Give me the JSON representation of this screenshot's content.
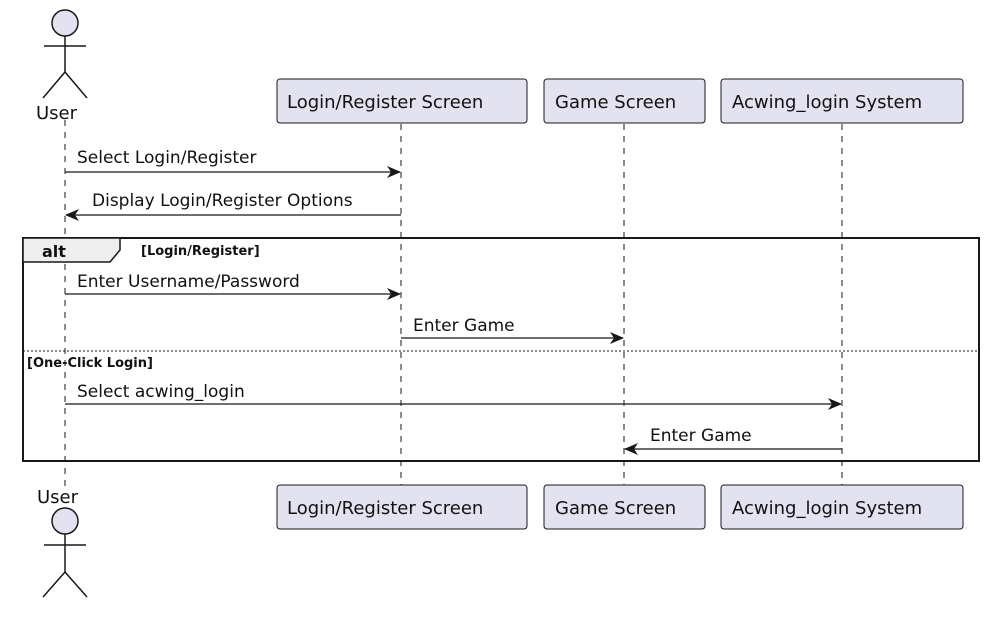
{
  "participants": {
    "user": "User",
    "login_screen": "Login/Register Screen",
    "game_screen": "Game Screen",
    "acwing_system": "Acwing_login System"
  },
  "messages": {
    "select_login": "Select Login/Register",
    "display_options": "Display Login/Register Options",
    "enter_credentials": "Enter Username/Password",
    "enter_game_1": "Enter Game",
    "select_acwing": "Select acwing_login",
    "enter_game_2": "Enter Game"
  },
  "alt_fragment": {
    "operator": "alt",
    "guard_1": "[Login/Register]",
    "guard_2": "[One-Click Login]"
  },
  "colors": {
    "participant_fill": "#E2E2F0",
    "participant_border": "#181818",
    "lifeline": "#181818"
  }
}
